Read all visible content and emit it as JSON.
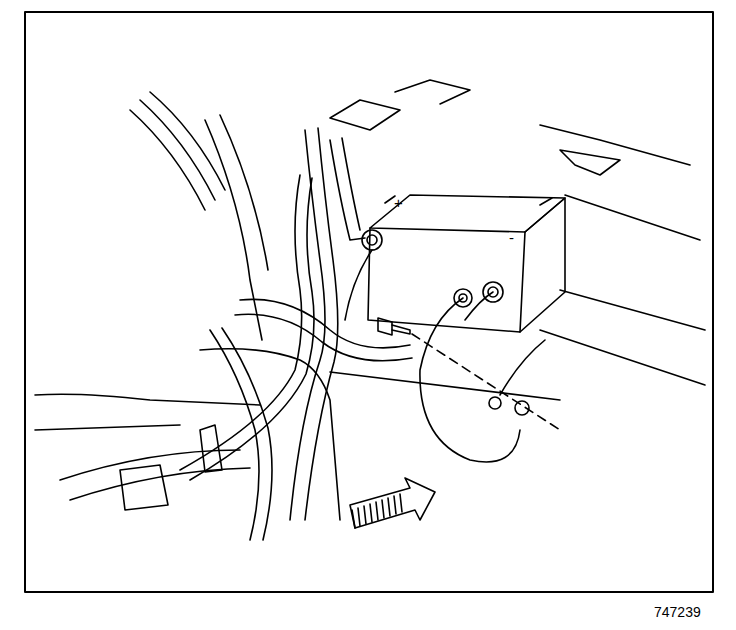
{
  "diagram": {
    "labels": [
      "+",
      "-",
      "747239"
    ]
  }
}
